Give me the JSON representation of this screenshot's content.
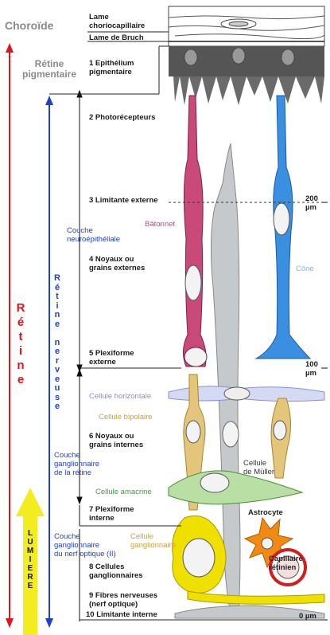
{
  "choroide": "Choroïde",
  "lame_choriocapillaire": "Lame\nchoriocapillaire",
  "lame_bruch": "Lame de Bruch",
  "retine_pigmentaire": "Rétine\npigmentaire",
  "epithelium": "1 Epithélium\npigmentaire",
  "photorecepteurs": "2 Photorécepteurs",
  "limitante_externe": "3 Limitante externe",
  "couche_neuro": "Couche\nneuroépithéliale",
  "batonnet": "Bâtonnet",
  "noyaux_externes": "4 Noyaux ou\ngrains externes",
  "cone": "Cône",
  "plexiforme_externe": "5 Plexiforme\nexterne",
  "cellule_horizontale": "Cellule horizontale",
  "cellule_bipolaire": "Cellule bipolaire",
  "noyaux_internes": "6 Noyaux ou\ngrains internes",
  "couche_ganglionnaire_retine": "Couche\nganglionnaire\nde la rétine",
  "cellule_muller": "Cellule\nde Müller",
  "cellule_amacrine": "Cellule amacrine",
  "plexiforme_interne": "7 Plexiforme\ninterne",
  "astrocyte": "Astrocyte",
  "couche_ganglionnaire_nerf": "Couche\nganglionnaire\ndu nerf optique (II)",
  "cellule_ganglionnaire": "Cellule\nganglionnaire",
  "capillaire_retinien": "Capillaire\nrétinien",
  "cellules_ganglionnaires": "8 Cellules\nganglionnaires",
  "fibres_nerveuses": "9 Fibres nerveuses\n(nerf optique)",
  "limitante_interne": "10 Limitante interne",
  "retine": "R\né\nt\ni\nn\ne",
  "retine_nerveuse": "R\né\nt\ni\nn\ne\n \nn\ne\nr\nv\ne\nu\ns\ne",
  "lumiere": "L\nU\nM\nI\nE\nR\nE",
  "scale_200": "200\nµm",
  "scale_100": "100\nµm",
  "scale_0": "0 µm",
  "colors": {
    "red": "#e1141b",
    "blue": "#1f3fd0",
    "rod": "#c94a78",
    "cone": "#3a8fe0",
    "muller": "#bfc3c6",
    "horizontal": "#d5daf2",
    "bipolar": "#e3c57c",
    "amacrine": "#b9dfa4",
    "ganglion": "#f0e000",
    "astrocyte": "#f08a10",
    "lumiere": "#f3ec20"
  }
}
